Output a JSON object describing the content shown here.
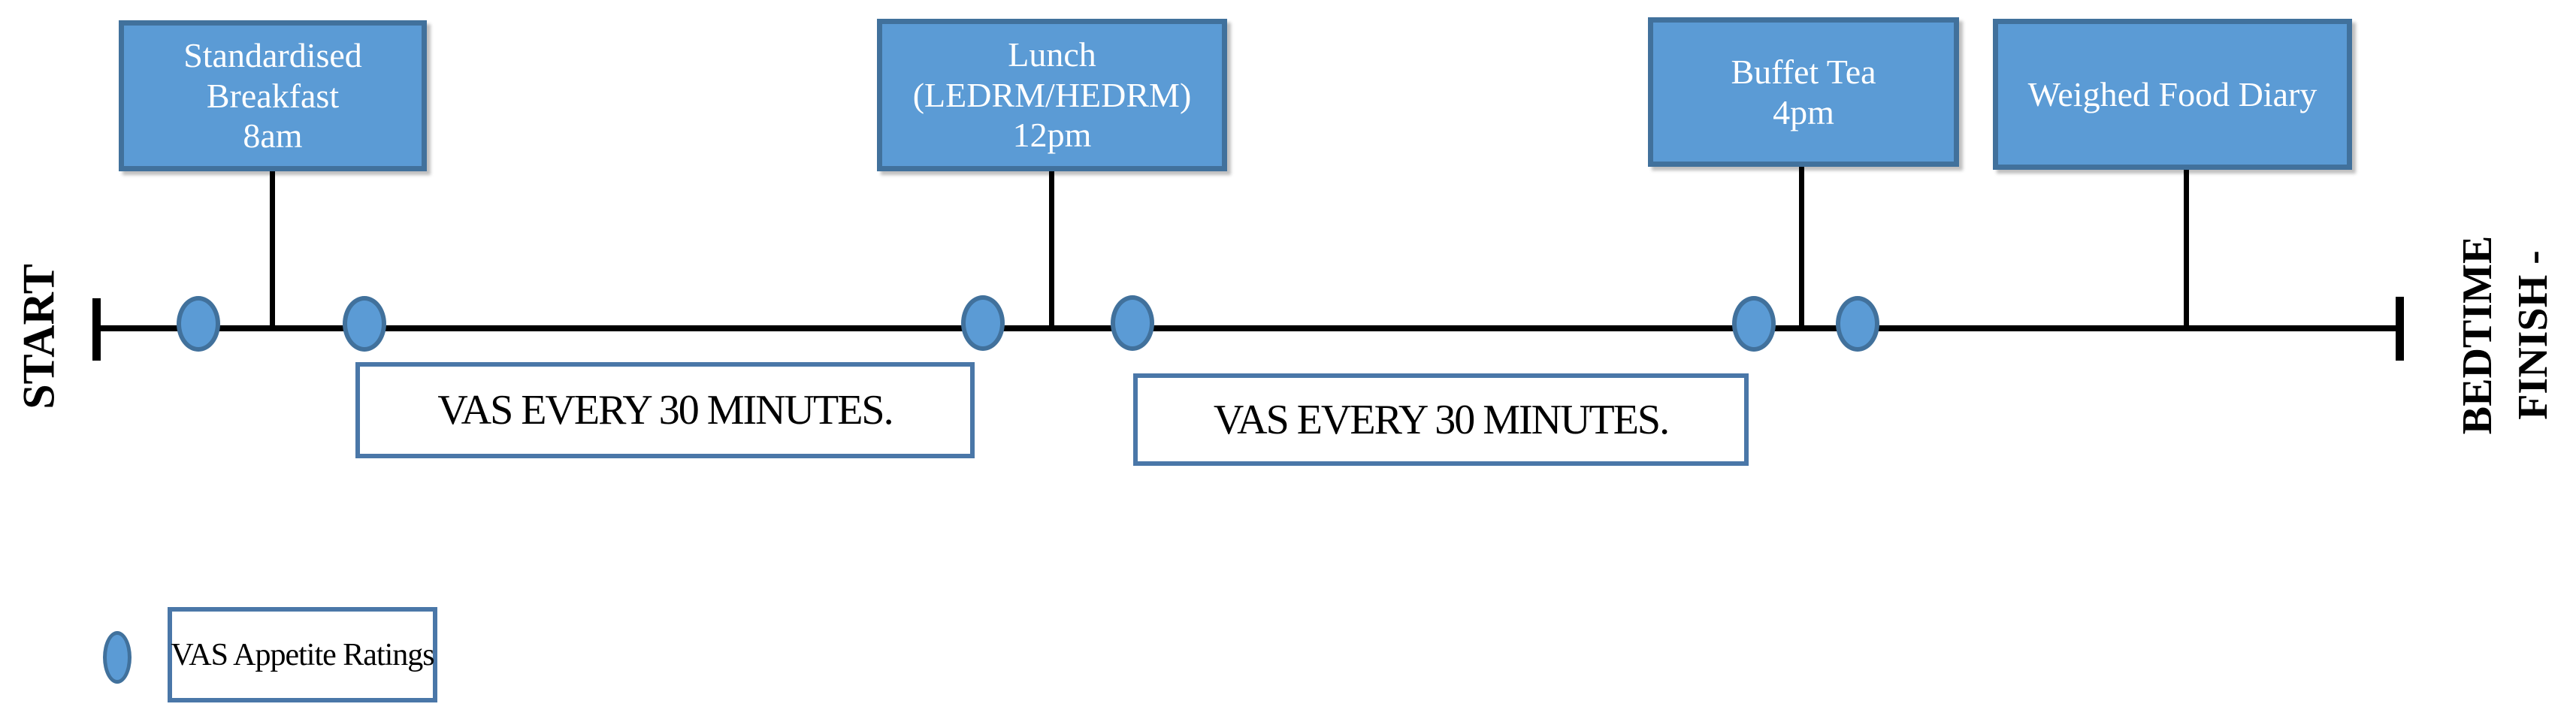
{
  "diagram": {
    "start_label": "START",
    "finish_label_lines": [
      "FINISH -",
      "BEDTIME"
    ],
    "events": [
      {
        "name": "standardised-breakfast",
        "lines": [
          "Standardised",
          "Breakfast",
          "8am"
        ]
      },
      {
        "name": "lunch",
        "lines": [
          "Lunch",
          "(LEDRM/HEDRM)",
          "12pm"
        ]
      },
      {
        "name": "buffet-tea",
        "lines": [
          "Buffet Tea",
          "4pm"
        ]
      },
      {
        "name": "weighed-food-diary",
        "lines": [
          "Weighed Food Diary"
        ]
      }
    ],
    "vas_notes": [
      "VAS EVERY 30 MINUTES.",
      "VAS EVERY 30 MINUTES."
    ],
    "legend": {
      "marker_icon": "blue-ellipse-icon",
      "label": "VAS Appetite Ratings"
    },
    "marker_count": 6,
    "colors": {
      "shape_fill": "#5B9BD5",
      "shape_border": "#41719C",
      "note_border": "#4A77A8",
      "line_color": "#000000",
      "text_on_shape": "#FFFFFF",
      "text_default": "#000000"
    }
  }
}
